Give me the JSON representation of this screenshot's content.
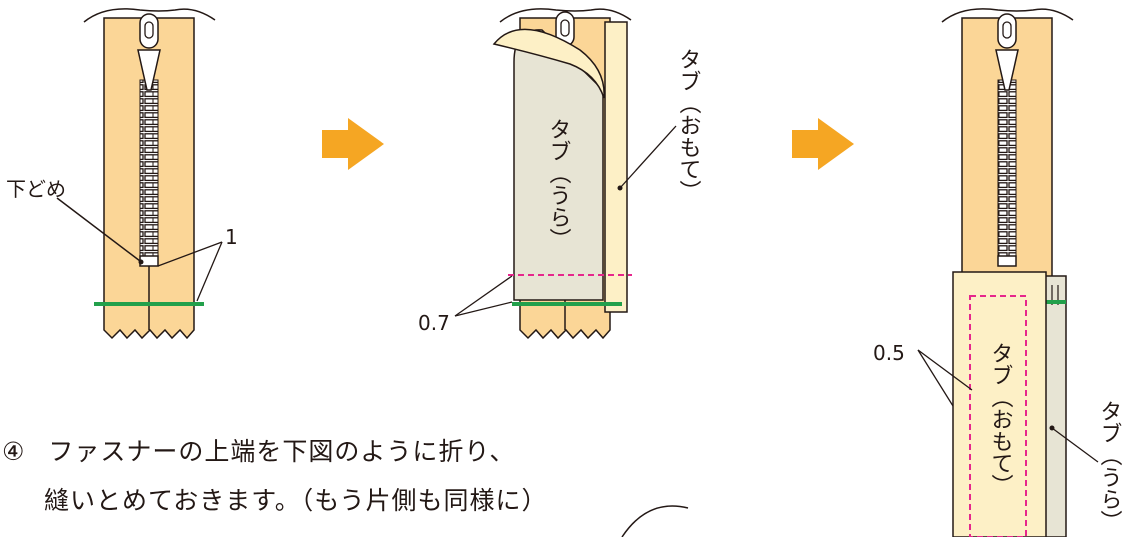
{
  "labels": {
    "shitadome": "下どめ",
    "dim_1": "1",
    "dim_07": "0.7",
    "dim_05": "0.5",
    "tab_omote_vertical": "タブ（おもて）",
    "tab_ura_on_tab": "タブ（うら）",
    "tab_omote_on_tab": "タブ（おもて）",
    "tab_ura_right": "タブ（うら）"
  },
  "instruction": {
    "number": "④",
    "line1": "ファスナーの上端を下図のように折り、",
    "line2": "縫いとめておきます。（もう片側も同様に）"
  },
  "colors": {
    "tape": "#fbd697",
    "tab_light": "#fdf0c6",
    "tab_gray": "#e7e4d4",
    "arrow": "#f5a623",
    "stitch_green": "#22a04b",
    "stitch_pink": "#e6268c",
    "outline": "#231815"
  },
  "icons": [
    "arrow-right-icon",
    "arrow-right-icon"
  ]
}
